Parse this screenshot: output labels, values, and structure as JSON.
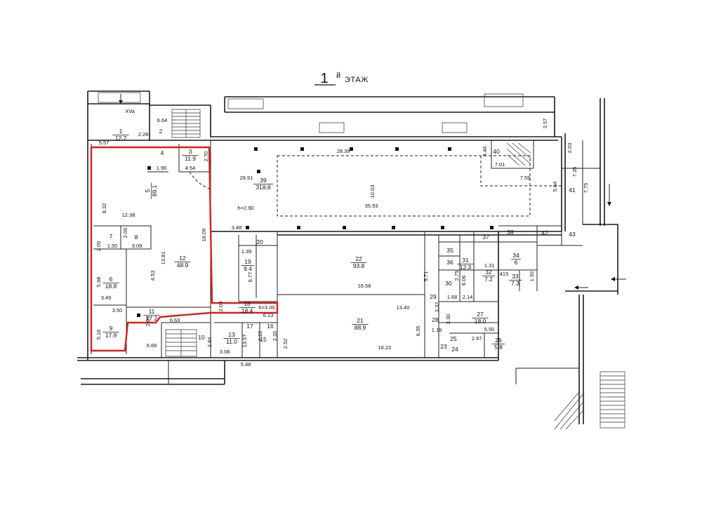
{
  "title": {
    "number": "1",
    "suffix": "й",
    "label": "ЭТАЖ"
  },
  "labels": {
    "corridor": "XVa",
    "height_hall": "h=2.90",
    "height_lobby": "h=3.00"
  },
  "colors": {
    "walls": "#1a1a1a",
    "highlight": "#d1231c",
    "background": "#ffffff"
  },
  "rooms": [
    {
      "no": "1",
      "area": "12.7"
    },
    {
      "no": "2"
    },
    {
      "no": "3",
      "area": "11.9"
    },
    {
      "no": "4"
    },
    {
      "no": "5",
      "area": "89.1"
    },
    {
      "no": "6",
      "area": "18.8"
    },
    {
      "no": "7"
    },
    {
      "no": "8"
    },
    {
      "no": "9",
      "area": "17.9"
    },
    {
      "no": "10"
    },
    {
      "no": "11",
      "area": "17.2"
    },
    {
      "no": "12",
      "area": "48.9"
    },
    {
      "no": "13",
      "area": "11.0"
    },
    {
      "no": "15"
    },
    {
      "no": "16"
    },
    {
      "no": "17"
    },
    {
      "no": "18",
      "area": "18.4"
    },
    {
      "no": "19",
      "area": "9.4"
    },
    {
      "no": "20"
    },
    {
      "no": "21",
      "area": "88.9"
    },
    {
      "no": "22",
      "area": "93.8"
    },
    {
      "no": "23"
    },
    {
      "no": "24"
    },
    {
      "no": "25"
    },
    {
      "no": "26",
      "area": "5.8"
    },
    {
      "no": "27",
      "area": "18.0"
    },
    {
      "no": "28"
    },
    {
      "no": "29"
    },
    {
      "no": "30"
    },
    {
      "no": "31",
      "area": "12.3"
    },
    {
      "no": "32",
      "area": "7.2"
    },
    {
      "no": "33",
      "area": "7.3"
    },
    {
      "no": "34",
      "area": "6"
    },
    {
      "no": "35"
    },
    {
      "no": "36"
    },
    {
      "no": "37"
    },
    {
      "no": "38"
    },
    {
      "no": "39",
      "area": "318.8"
    },
    {
      "no": "40"
    },
    {
      "no": "41"
    },
    {
      "no": "42"
    },
    {
      "no": "43"
    }
  ],
  "dimensions": [
    "6.64",
    "2.28",
    "5.57",
    "2.70",
    "1.96",
    "4.54",
    "28.91",
    "28.39",
    "3.46",
    "7.01",
    "2.03",
    "3.57",
    "10.03",
    "35.93",
    "7.59",
    "5.64",
    "7.35",
    "7.75",
    "8.32",
    "12.38",
    "3.48",
    "16.09",
    "2.09",
    "2.00",
    "1.50",
    "3.09",
    "13.81",
    "4.53",
    "1.39",
    "6.77",
    "16.58",
    "5.71",
    "1.31",
    "415",
    "1.92",
    "5.68",
    "3.49",
    "1.68",
    "2.14",
    "2.75",
    "6.06",
    "3.32",
    "3.30",
    "1.19",
    "5.50",
    "2.97",
    "3.50",
    "2.09",
    "6.63",
    "2.03",
    "13.40",
    "6.35",
    "16.22",
    "5.16",
    "2.84",
    "6.68",
    "13.57",
    "6.13",
    "2.22",
    "2.20",
    "2.52",
    "3.08",
    "5.48"
  ]
}
